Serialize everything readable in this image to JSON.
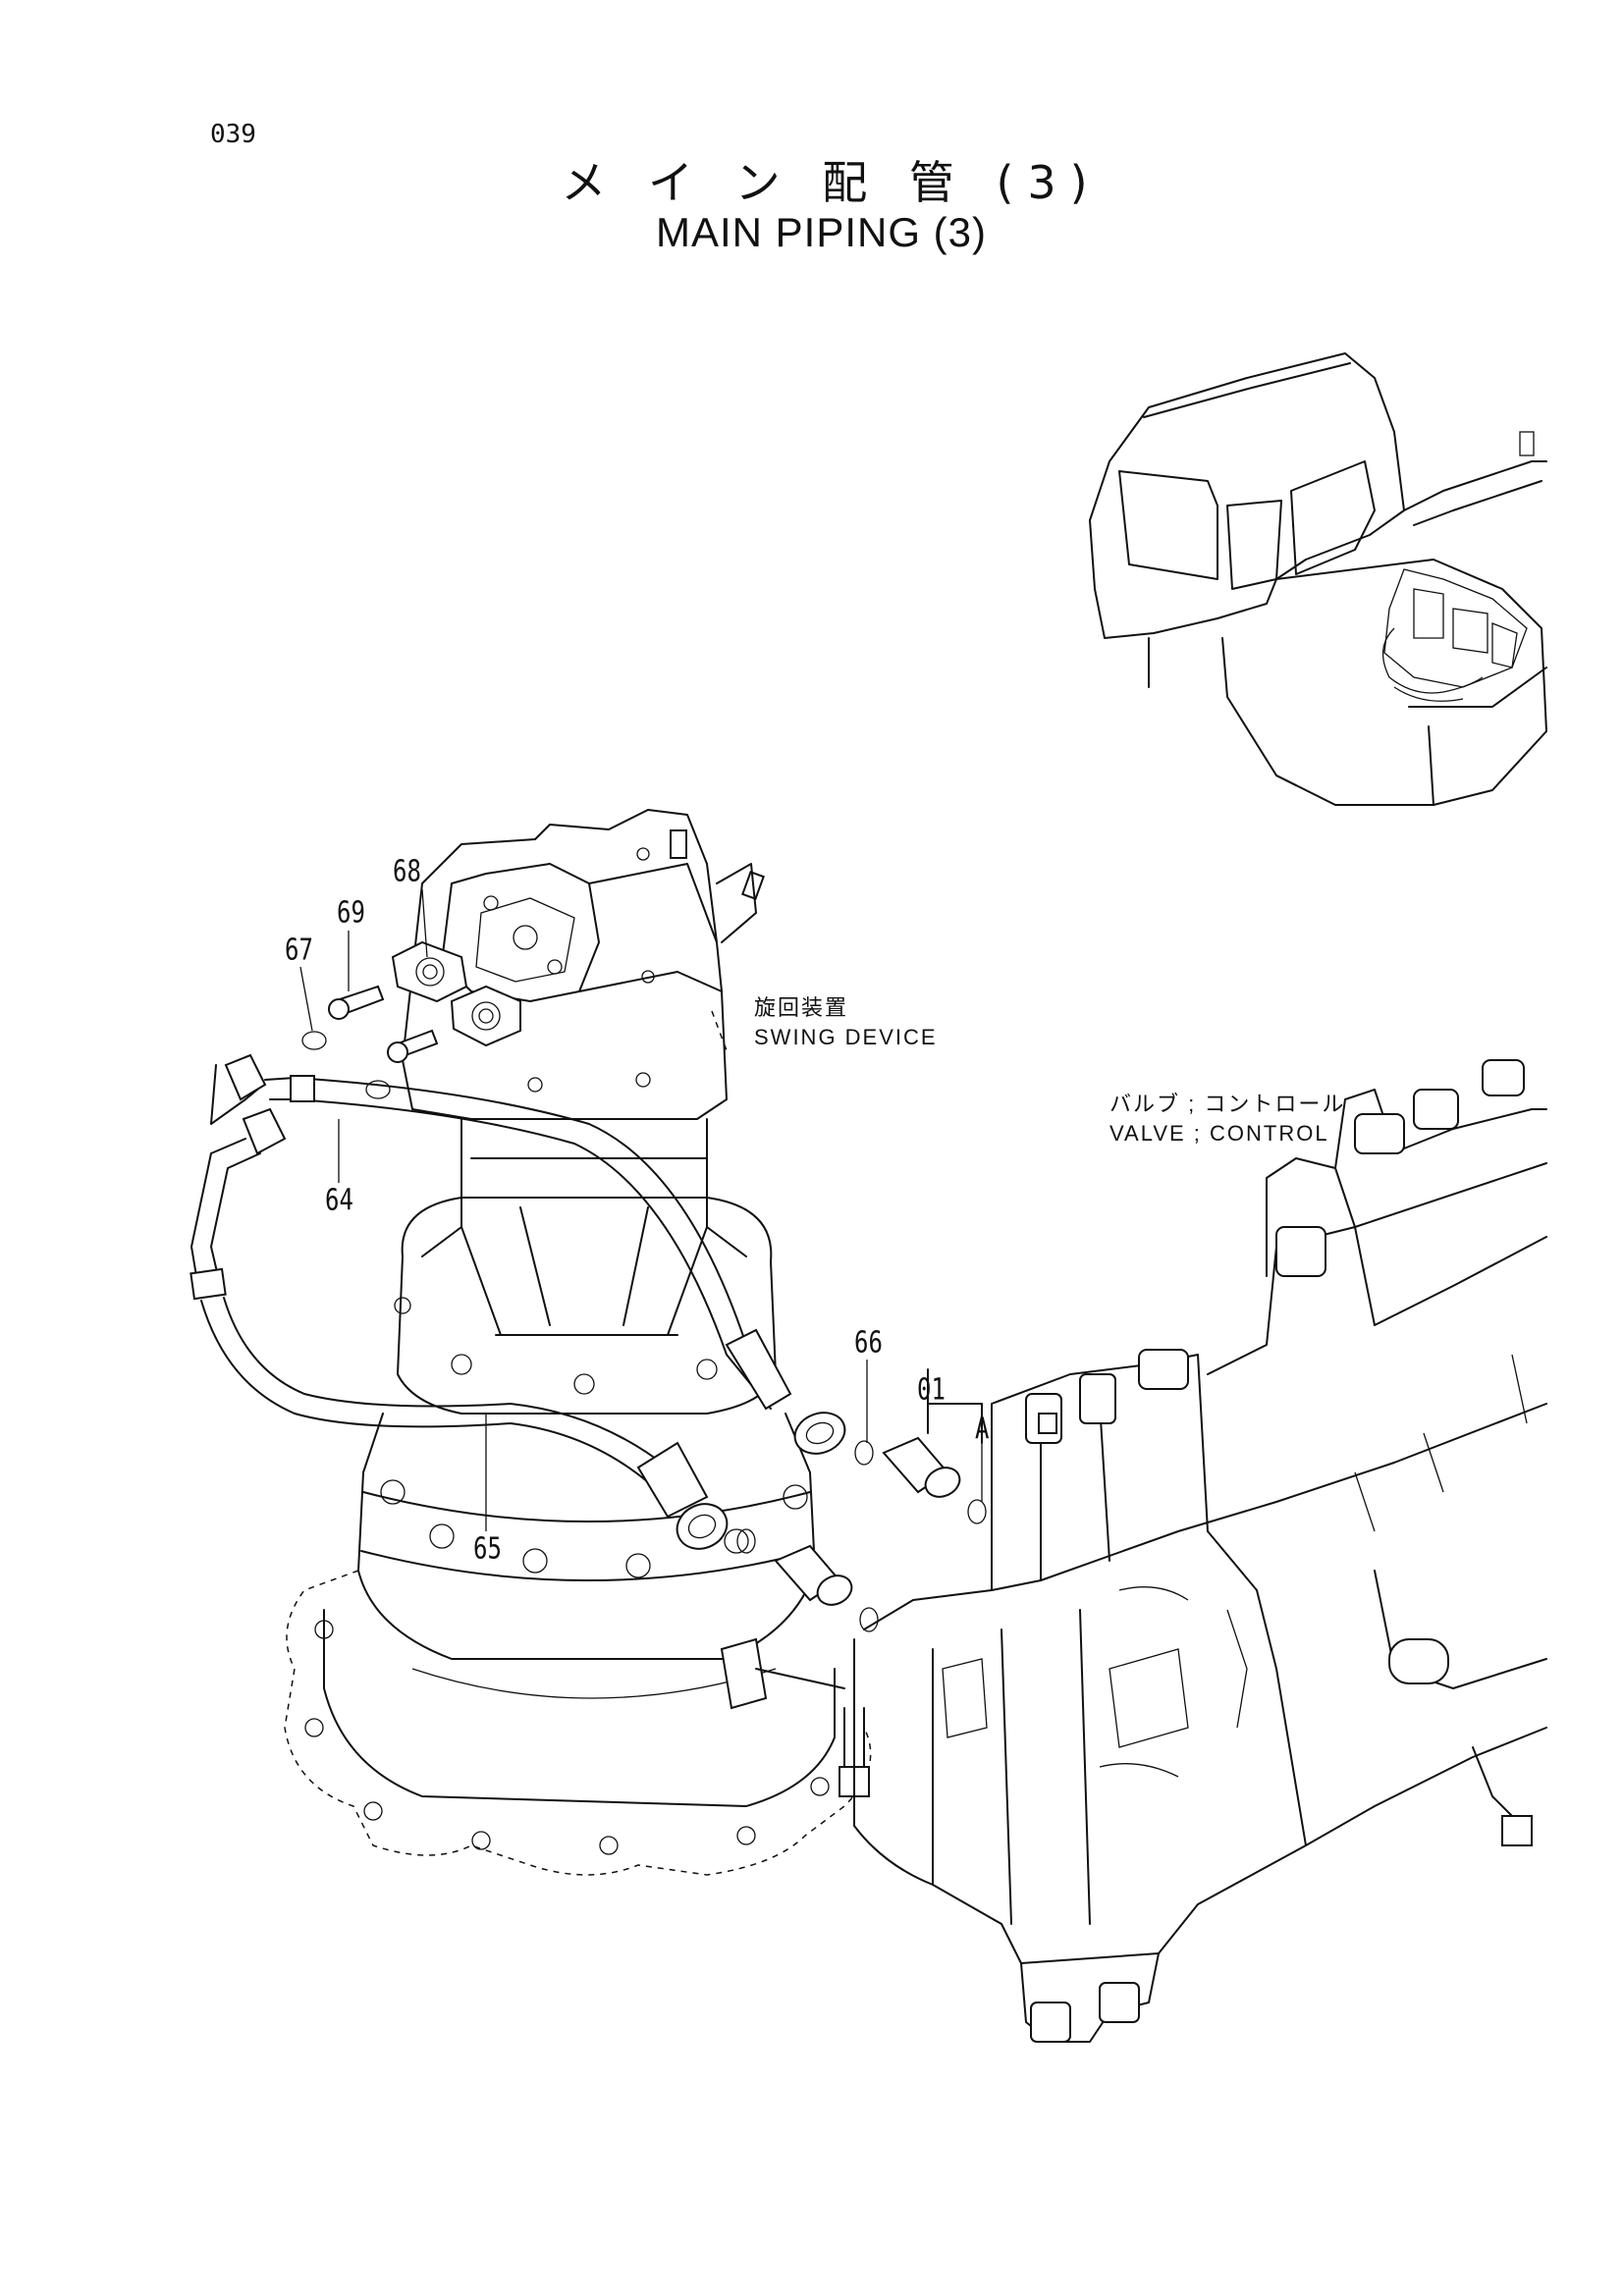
{
  "page": {
    "number": "039",
    "title_jp": "メ イ ン 配 管 (3)",
    "title_en": "MAIN PIPING (3)"
  },
  "labels": {
    "swing_device_jp": "旋回装置",
    "swing_device_en": "SWING DEVICE",
    "control_valve_jp": "バルブ ; コントロール",
    "control_valve_en": "VALVE ; CONTROL"
  },
  "callouts": {
    "c68": "68",
    "c69": "69",
    "c67": "67",
    "c64": "64",
    "c65": "65",
    "c66": "66",
    "c01": "01",
    "cA": "A"
  }
}
